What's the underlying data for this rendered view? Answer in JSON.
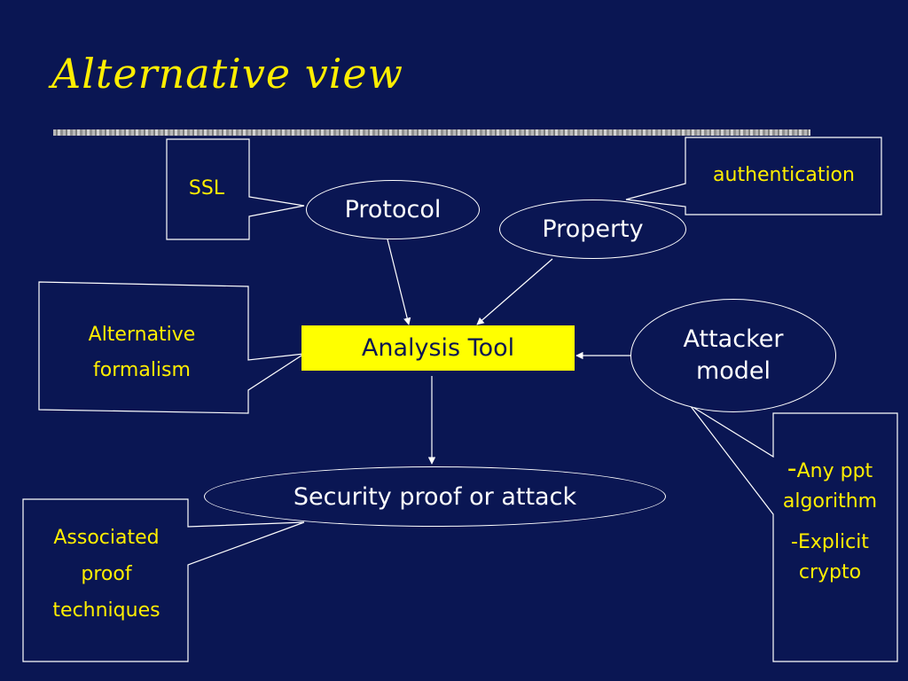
{
  "slide": {
    "title": "Alternative view"
  },
  "nodes": {
    "protocol": "Protocol",
    "property": "Property",
    "analysis_tool": "Analysis Tool",
    "attacker_line1": "Attacker",
    "attacker_line2": "model",
    "security": "Security proof or attack"
  },
  "callouts": {
    "ssl": "SSL",
    "authentication": "authentication",
    "alt_line1": "Alternative",
    "alt_line2": "formalism",
    "assoc_line1": "Associated",
    "assoc_line2": "proof",
    "assoc_line3": "techniques",
    "anyppt_dash": "-",
    "anyppt_line1": "Any ppt",
    "anyppt_line2": "algorithm",
    "explicit_line1": "-Explicit",
    "explicit_line2": "crypto"
  },
  "colors": {
    "background": "#0a1653",
    "title": "#ffee00",
    "callout_text": "#ffee00",
    "tool_fill": "#ffff00",
    "lines": "#ffffff"
  }
}
